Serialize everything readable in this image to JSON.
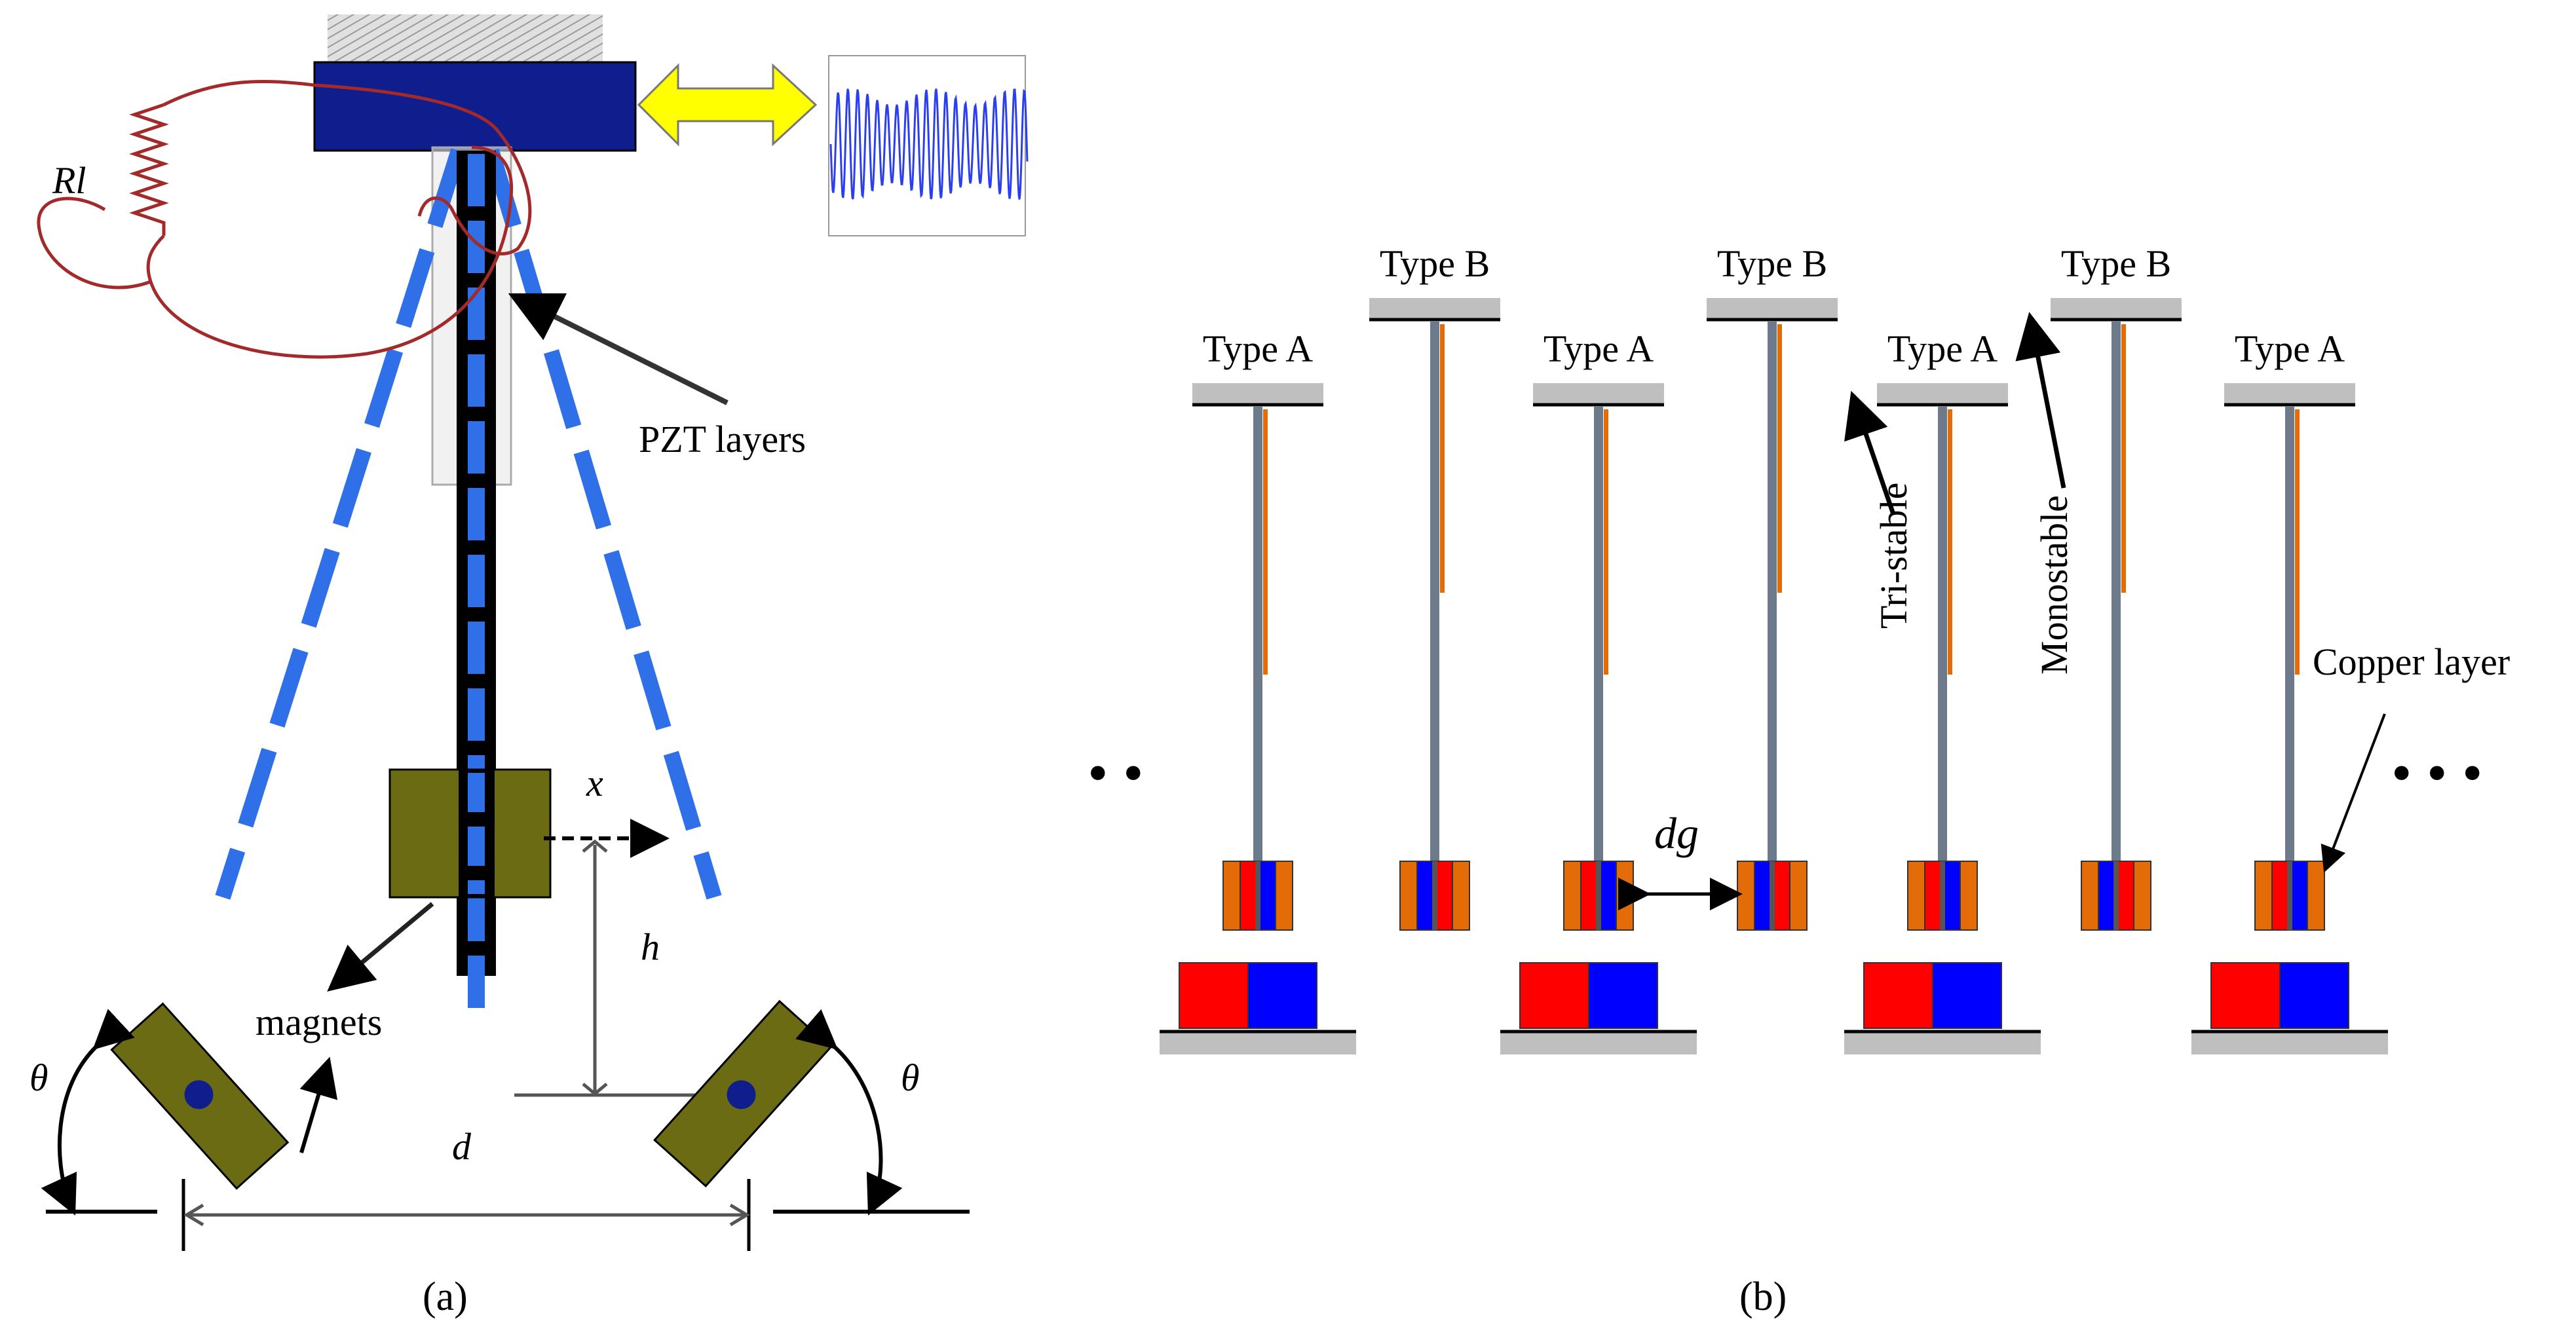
{
  "panel_a": {
    "caption": "(a)",
    "resistor_label": "Rl",
    "pzt_label": "PZT layers",
    "magnets_label": "magnets",
    "x_label": "x",
    "h_label": "h",
    "d_label": "d",
    "theta_left": "θ",
    "theta_right": "θ"
  },
  "panel_b": {
    "caption": "(b)",
    "types": [
      "Type A",
      "Type B",
      "Type A",
      "Type B",
      "Type A",
      "Type B",
      "Type A"
    ],
    "dg_label": "dg",
    "tristable_label": "Tri-stable",
    "monostable_label": "Monostable",
    "copper_label": "Copper layer",
    "ellipsis_left": "• •",
    "ellipsis_right": "• • •"
  },
  "colors": {
    "red_magnet": "#ff0000",
    "blue_magnet": "#0000ff",
    "copper": "#e36c09",
    "base_gray": "#bfbfbf",
    "olive_magnet": "#6b6b14",
    "navy_block": "#0f1e8c",
    "yellow_arrow": "#ffff00",
    "dashed_blue": "#2f6fe8",
    "wire_red": "#a32a2a"
  }
}
